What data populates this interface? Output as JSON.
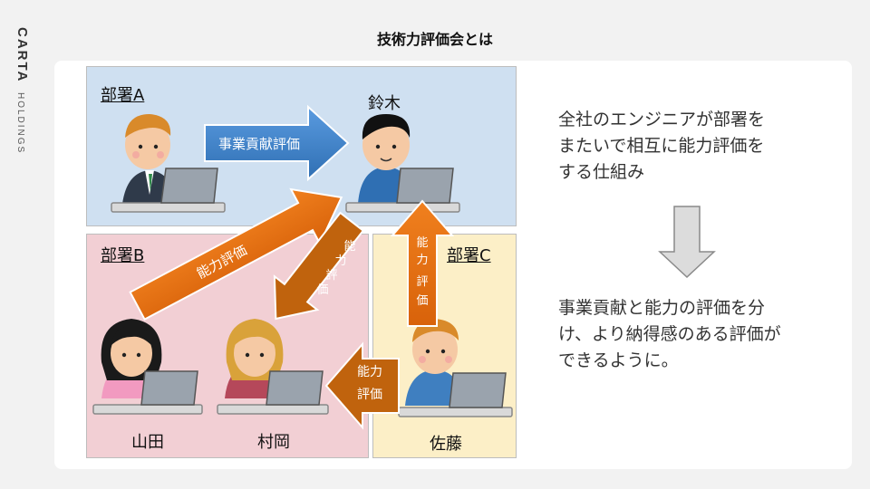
{
  "title": "技術力評価会とは",
  "logo": {
    "brand": "CARTA",
    "sub": "HOLDINGS"
  },
  "departments": {
    "a": "部署A",
    "b": "部署B",
    "c": "部署C"
  },
  "people": {
    "suzuki": "鈴木",
    "yamada": "山田",
    "muraoka": "村岡",
    "sato": "佐藤"
  },
  "arrows": {
    "contribution": "事業貢献評価",
    "ability_b_to_suzuki": "能力評価",
    "ability_suzuki_to_b": [
      "能",
      "力",
      "評",
      "価"
    ],
    "ability_sato_to_suzuki": [
      "能",
      "力",
      "評",
      "価"
    ],
    "ability_sato_to_muraoka": [
      "能力",
      "評価"
    ]
  },
  "description": {
    "line1": [
      "全社のエンジニアが部署を",
      "またいで相互に能力評価を",
      "する仕組み"
    ],
    "line2": [
      "事業貢献と能力の評価を分",
      "け、より納得感のある評価が",
      "できるように。"
    ]
  },
  "colors": {
    "dept_a": "#cfe0f1",
    "dept_b": "#f2cfd4",
    "dept_c": "#fcefc7",
    "contribution_arrow": "#3f7fc0",
    "ability_arrow": "#e36c0a",
    "ability_arrow_dark": "#c0630d"
  }
}
